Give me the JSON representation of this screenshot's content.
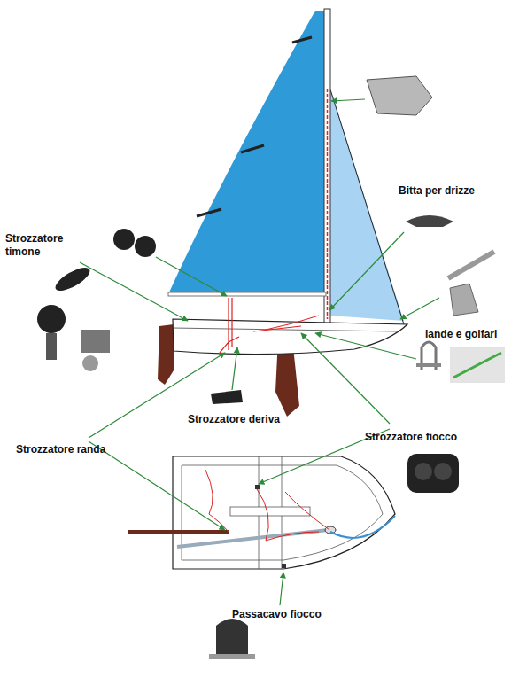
{
  "diagram": {
    "labels": [
      "Bitta per drizze",
      "Strozzatore timone",
      "lande e golfari",
      "Strozzatore deriva",
      "Strozzatore fiocco",
      "Strozzatore randa",
      "Passacavo fiocco"
    ]
  }
}
